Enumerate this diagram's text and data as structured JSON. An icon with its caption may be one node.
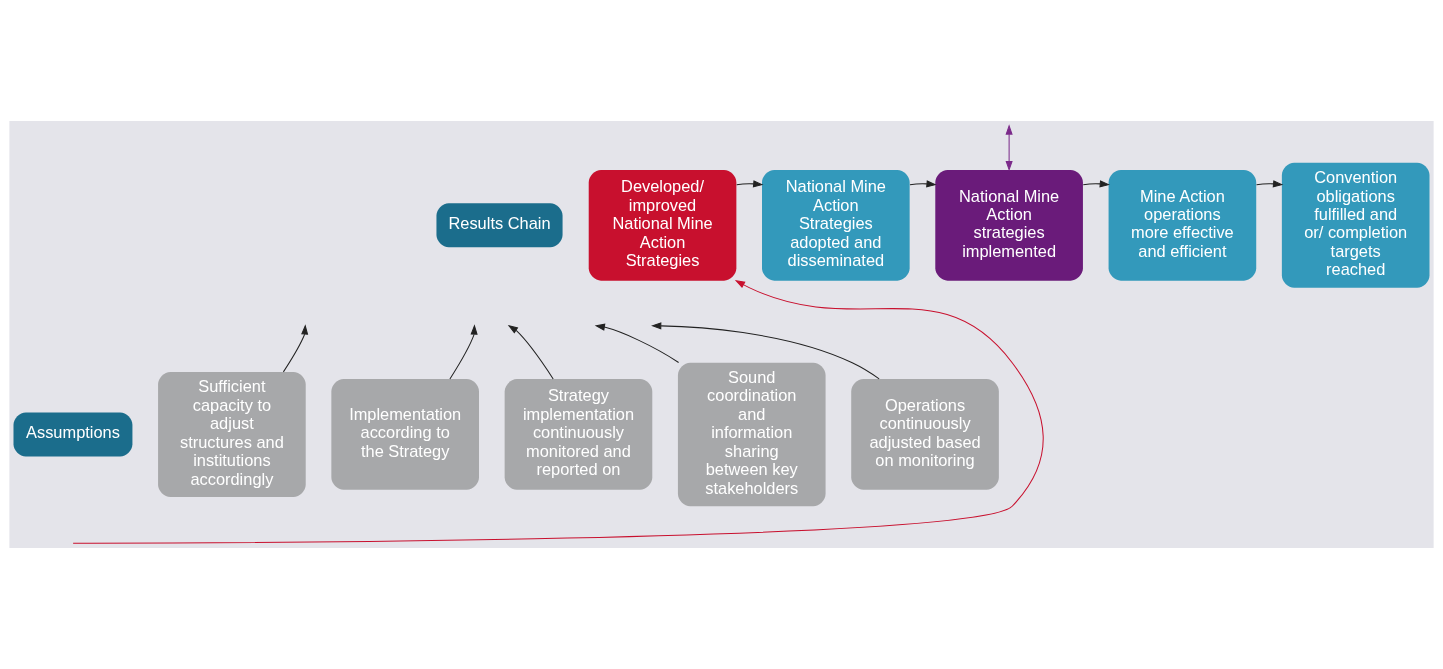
{
  "diagram": {
    "nodes": [
      {
        "text": [
          "Results Chain"
        ]
      },
      {
        "text": [
          "Developed/ improved National Mine Action Strategies"
        ]
      },
      {
        "text": [
          "National Mine Action Strategies adopted and disseminated"
        ]
      },
      {
        "text": [
          "National Mine Action strategies implemented"
        ]
      },
      {
        "text": [
          "Mine Action operations more effective and efficient"
        ]
      },
      {
        "text": [
          "Convention obligations fulfilled and or/ completion targets reached"
        ]
      },
      {
        "text": [
          "Assumptions"
        ]
      },
      {
        "text": [
          "Sufficient capacity to adjust structures and institutions accordingly"
        ]
      },
      {
        "text": [
          "Implementation according to the Strategy"
        ]
      },
      {
        "text": [
          "Strategy implementation continuously monitored and reported on"
        ]
      },
      {
        "text": [
          "Sound coordination and information sharing between key stakeholders"
        ]
      },
      {
        "text": [
          "Operations continuously adjusted based on monitoring"
        ]
      }
    ],
    "edges": [
      {
        "from": 1,
        "to": 2,
        "arrow": "to"
      },
      {
        "from": 2,
        "to": 3,
        "arrow": "to"
      },
      {
        "from": 3,
        "to": 4,
        "arrow": "to"
      },
      {
        "from": 4,
        "to": 5,
        "arrow": "to"
      },
      {
        "from": 7,
        "to": null,
        "arrow": "to"
      },
      {
        "from": 8,
        "to": null,
        "arrow": "to"
      },
      {
        "from": 9,
        "to": null,
        "arrow": "to"
      },
      {
        "from": 10,
        "to": null,
        "arrow": "to"
      },
      {
        "from": 11,
        "to": null,
        "arrow": "to"
      },
      {
        "from": null,
        "to": 1,
        "arrow": "to",
        "color": "#c8102e"
      },
      {
        "from": null,
        "to": 3,
        "arrow": "both",
        "color": "#7b2a8a"
      }
    ]
  }
}
